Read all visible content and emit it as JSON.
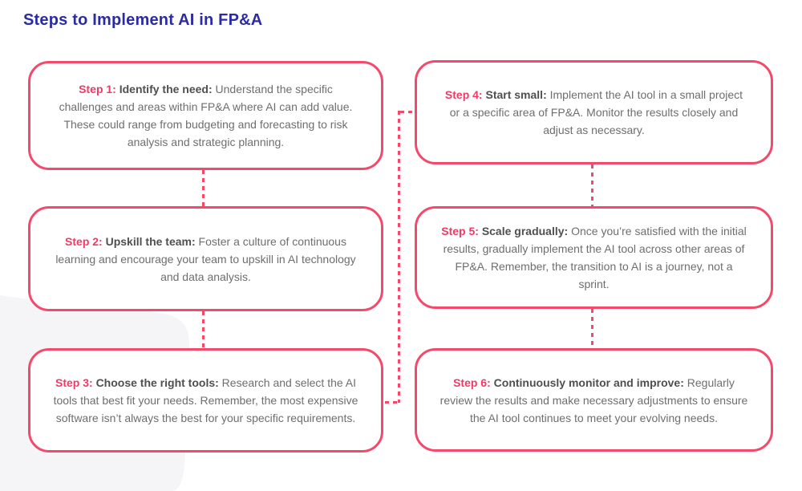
{
  "page": {
    "title": "Steps to Implement AI in FP&A"
  },
  "colors": {
    "accent_pink": "#F3496A",
    "step_label_pink": "#F03A64",
    "title_indigo": "#2B2BA3",
    "lead_text_gray": "#4F4F4F",
    "body_text_gray": "#6E6E6E",
    "background_blob_gray": "#F5F5F8",
    "card_background": "#FFFFFF"
  },
  "steps": [
    {
      "label": "Step 1:",
      "lead": "Identify the need:",
      "body": "Understand the specific challenges and areas within FP&A where AI can add value. These could range from budgeting and forecasting to risk analysis and strategic planning."
    },
    {
      "label": "Step 2:",
      "lead": "Upskill the team:",
      "body": "Foster a culture of continuous learning and encourage your team to upskill in AI technology and data analysis."
    },
    {
      "label": "Step 3:",
      "lead": "Choose the right tools:",
      "body": "Research and select the AI tools that best fit your needs. Remember, the most expensive software isn’t always the best for your specific requirements."
    },
    {
      "label": "Step 4:",
      "lead": "Start small:",
      "body": "Implement the AI tool in a small project or a specific area of FP&A. Monitor the results closely and adjust as necessary."
    },
    {
      "label": "Step 5:",
      "lead": "Scale gradually:",
      "body": "Once you’re satisfied with the initial results, gradually implement the AI tool across other areas of FP&A. Remember, the transition to AI is a journey, not a sprint."
    },
    {
      "label": "Step 6:",
      "lead": "Continuously monitor and improve:",
      "body": "Regularly review the results and make necessary adjustments to ensure the AI tool continues to meet your evolving needs."
    }
  ]
}
